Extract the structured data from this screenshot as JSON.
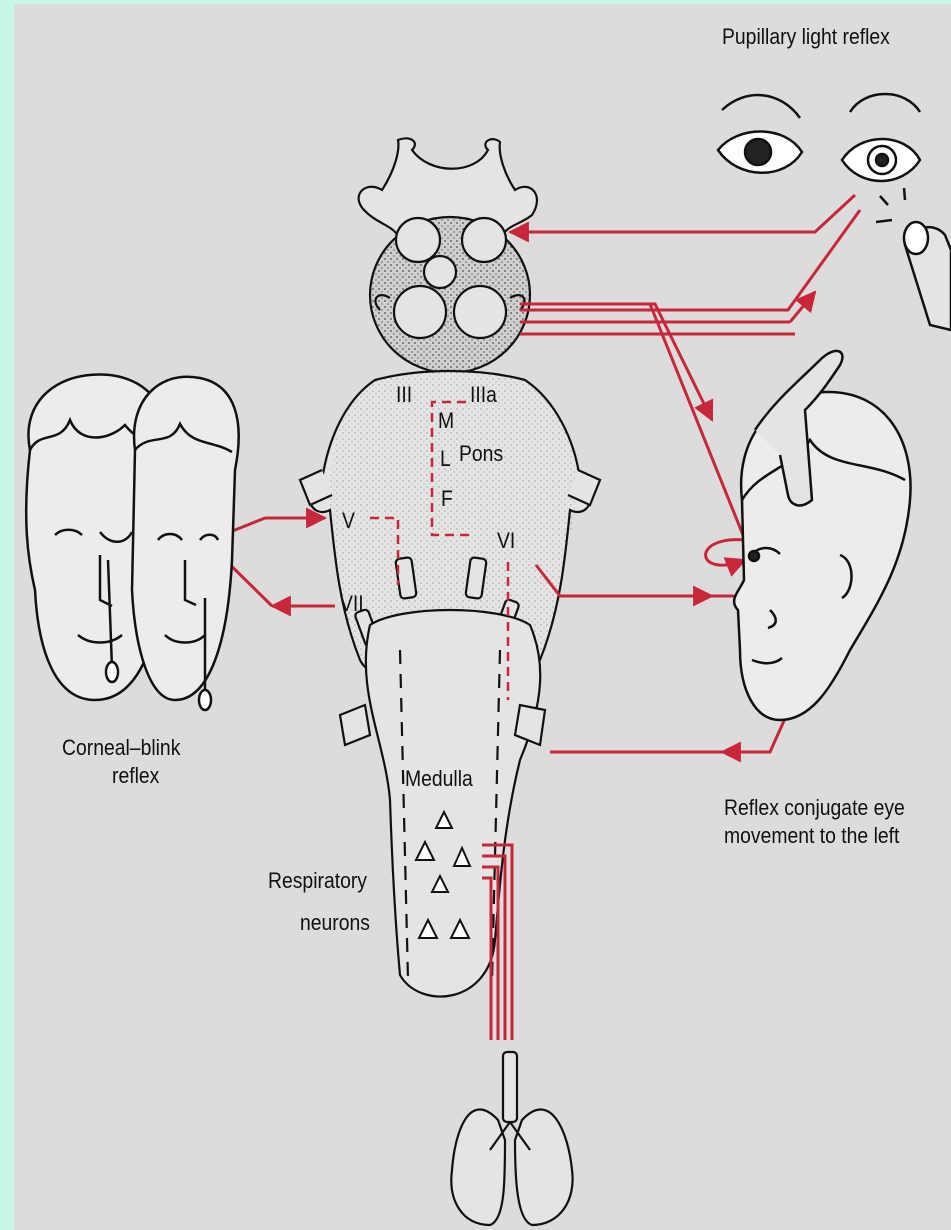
{
  "colors": {
    "page_background": "#c8f7e6",
    "panel_background": "#dcdcdc",
    "pathway": "#c8263a",
    "ink": "#111111"
  },
  "labels": {
    "pupillary_light_reflex": "Pupillary light reflex",
    "corneal_blink_line1": "Corneal–blink",
    "corneal_blink_line2": "reflex",
    "conjugate_line1": "Reflex conjugate eye",
    "conjugate_line2": "movement to the left",
    "respiratory_line1": "Respiratory",
    "respiratory_line2": "neurons",
    "medulla": "Medulla",
    "pons": "Pons",
    "nerve_iii": "III",
    "nerve_iiia": "IIIa",
    "nerve_v": "V",
    "nerve_vi": "VI",
    "nerve_vii": "VII",
    "mlf_m": "M",
    "mlf_l": "L",
    "mlf_f": "F"
  },
  "icons": [
    "eyes-icon",
    "penlight-icon",
    "faces-icon",
    "head-icon",
    "brainstem-illustration",
    "lungs-icon"
  ]
}
